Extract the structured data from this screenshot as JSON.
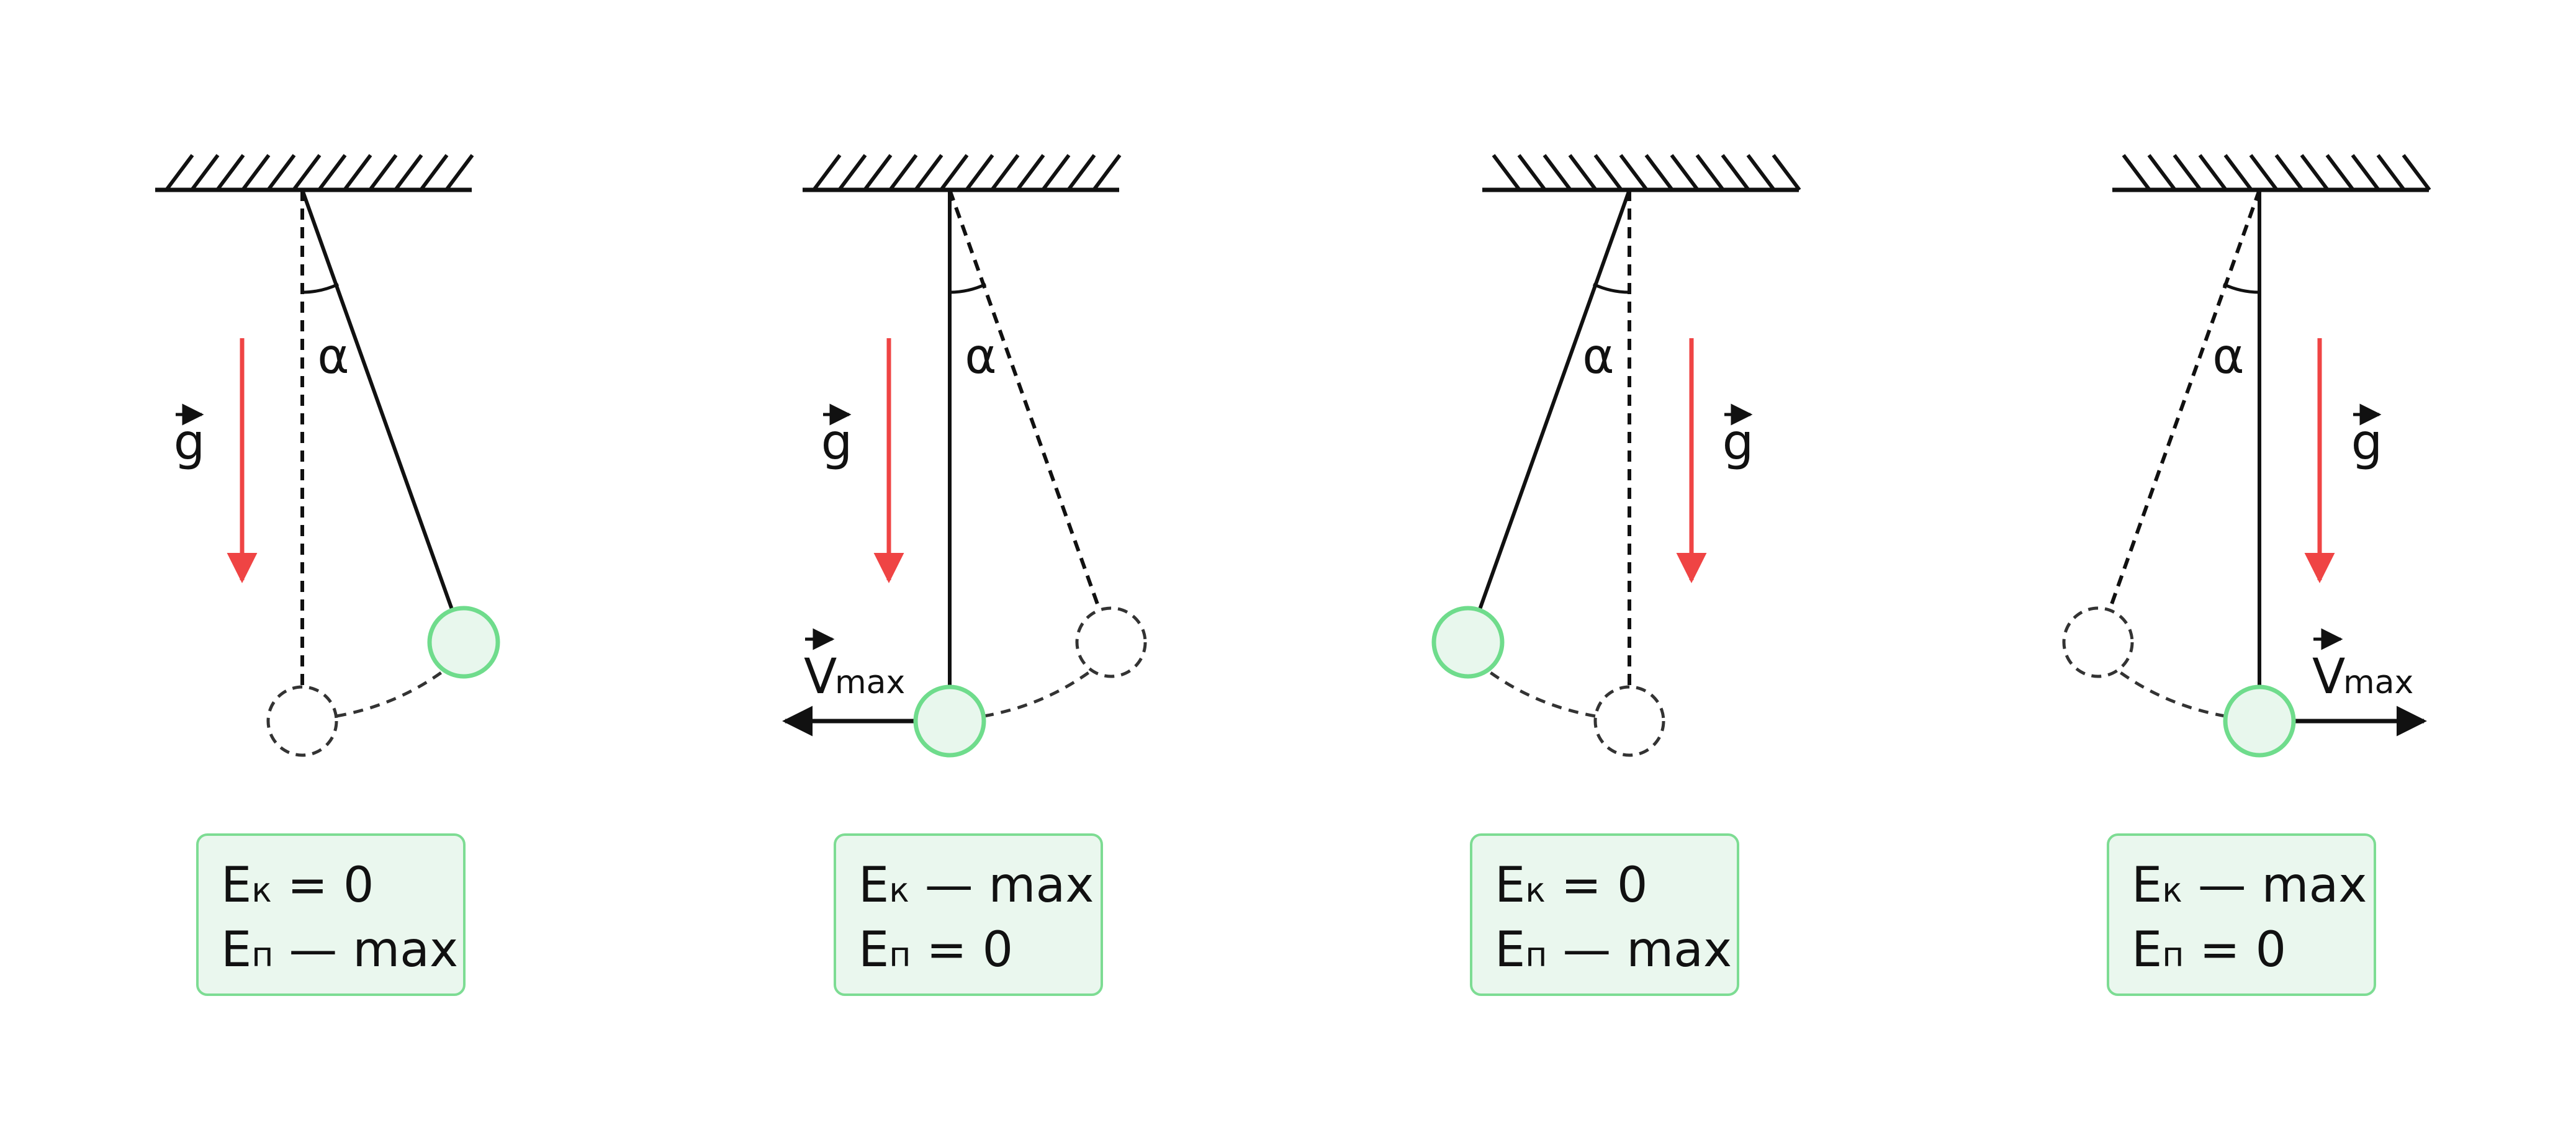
{
  "angle_symbol": "α",
  "gravity_symbol": "g",
  "velocity_symbol": "V",
  "velocity_subscript": "max",
  "colors": {
    "gravity_arrow": "#ef4444",
    "bob_stroke": "#6fdc8c",
    "bob_fill": "#e8f7ed",
    "box_stroke": "#7ddc93",
    "box_fill": "#eaf7ee",
    "line": "#111111"
  },
  "panels": [
    {
      "state": "right-extreme",
      "show_velocity": false,
      "kinetic": {
        "letter": "E",
        "sub": "к",
        "relation": "= 0"
      },
      "potential": {
        "letter": "E",
        "sub": "п",
        "relation": "— max"
      }
    },
    {
      "state": "bottom-moving-left",
      "show_velocity": true,
      "velocity_direction": "left",
      "kinetic": {
        "letter": "E",
        "sub": "к",
        "relation": "— max"
      },
      "potential": {
        "letter": "E",
        "sub": "п",
        "relation": "= 0"
      }
    },
    {
      "state": "left-extreme",
      "show_velocity": false,
      "kinetic": {
        "letter": "E",
        "sub": "к",
        "relation": "= 0"
      },
      "potential": {
        "letter": "E",
        "sub": "п",
        "relation": "— max"
      }
    },
    {
      "state": "bottom-moving-right",
      "show_velocity": true,
      "velocity_direction": "right",
      "kinetic": {
        "letter": "E",
        "sub": "к",
        "relation": "— max"
      },
      "potential": {
        "letter": "E",
        "sub": "п",
        "relation": "= 0"
      }
    }
  ]
}
